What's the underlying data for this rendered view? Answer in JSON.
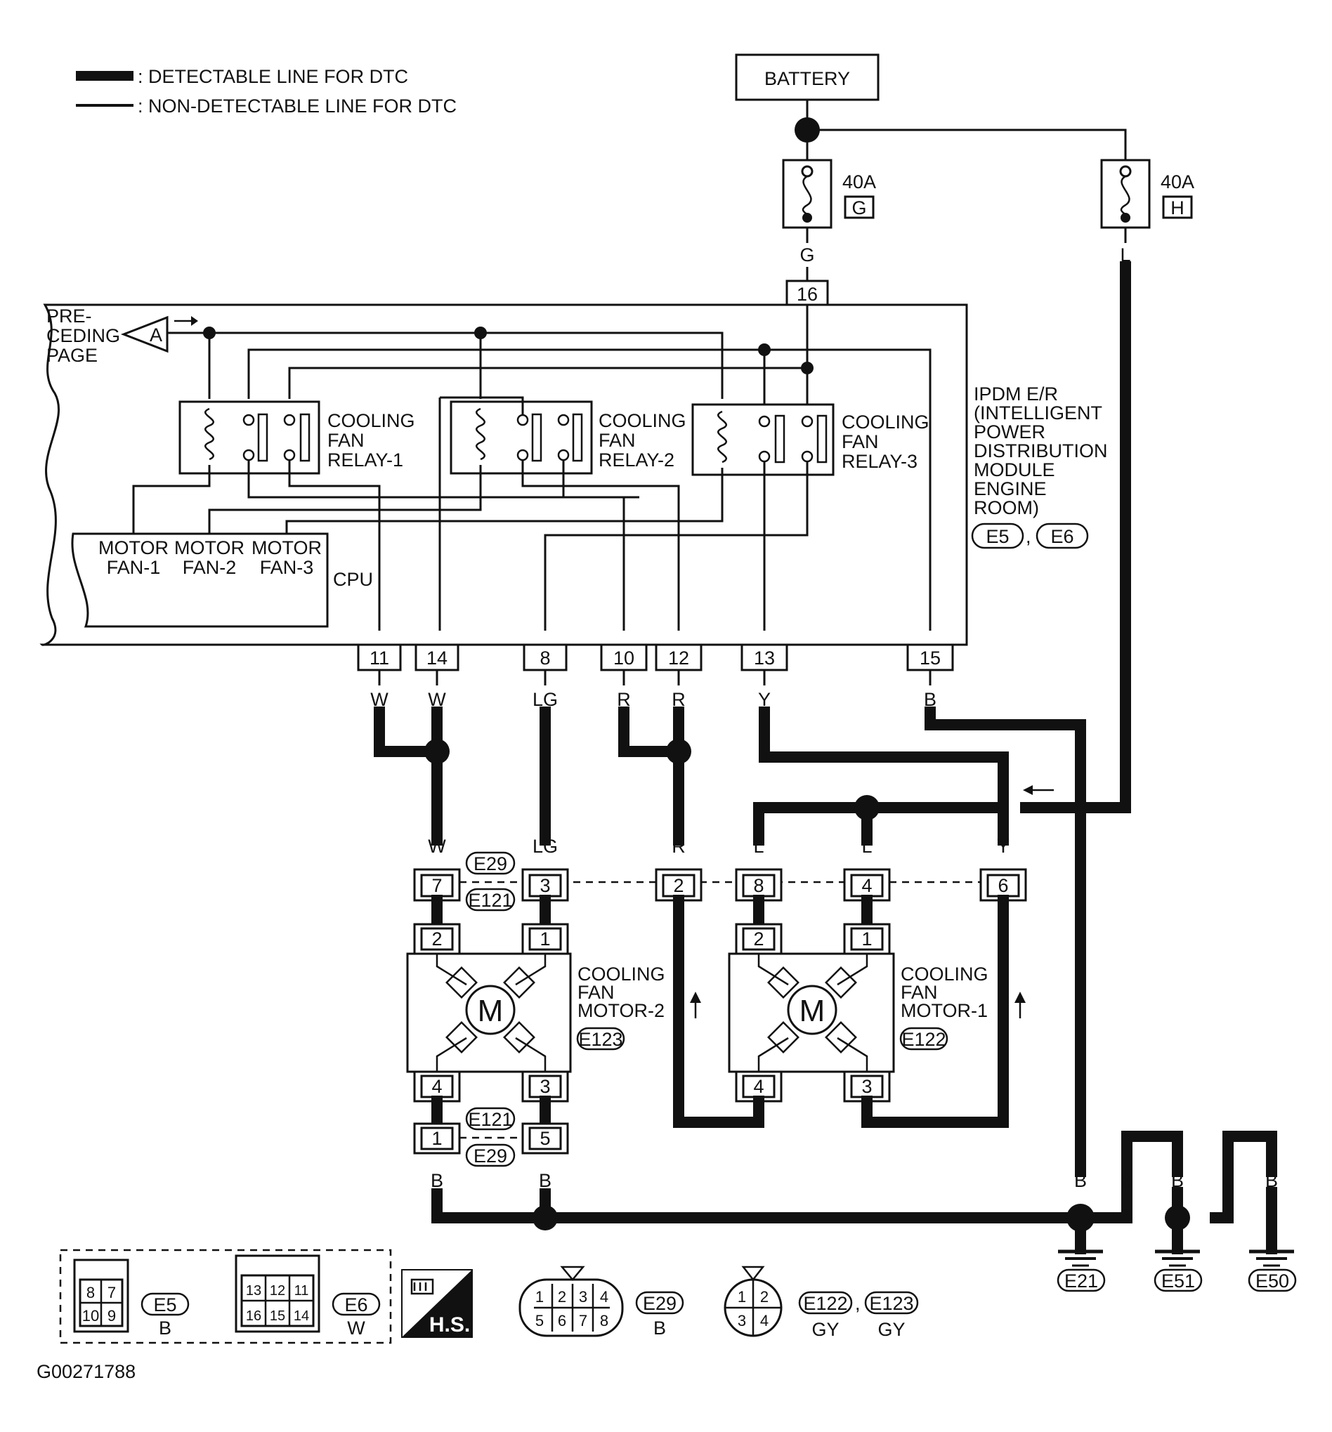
{
  "legend": {
    "detectable": ": DETECTABLE LINE FOR DTC",
    "non_detectable": ": NON-DETECTABLE LINE FOR DTC"
  },
  "battery": "BATTERY",
  "fuses": [
    {
      "rating": "40A",
      "code": "G"
    },
    {
      "rating": "40A",
      "code": "H"
    }
  ],
  "preceding_page": {
    "line1": "PRE-",
    "line2": "CEDING",
    "line3": "PAGE",
    "marker": "A"
  },
  "relays": [
    {
      "line1": "COOLING",
      "line2": "FAN",
      "line3": "RELAY-1"
    },
    {
      "line1": "COOLING",
      "line2": "FAN",
      "line3": "RELAY-2"
    },
    {
      "line1": "COOLING",
      "line2": "FAN",
      "line3": "RELAY-3"
    }
  ],
  "ipdm": {
    "lines": [
      "IPDM E/R",
      "(INTELLIGENT",
      "POWER",
      "DISTRIBUTION",
      "MODULE",
      "ENGINE",
      "ROOM)"
    ],
    "connectors": [
      "E5",
      "E6"
    ],
    "sep": ","
  },
  "cpu": {
    "label": "CPU",
    "motors": [
      {
        "l1": "MOTOR",
        "l2": "FAN-1"
      },
      {
        "l1": "MOTOR",
        "l2": "FAN-2"
      },
      {
        "l1": "MOTOR",
        "l2": "FAN-3"
      }
    ]
  },
  "ipdm_pins": [
    "16",
    "11",
    "14",
    "8",
    "10",
    "12",
    "13",
    "15"
  ],
  "wire_colors": {
    "g": "G",
    "l_top": "L",
    "p11": "W",
    "p14": "W",
    "p8": "LG",
    "p10": "R",
    "p12": "R",
    "p13": "Y",
    "p15": "B",
    "w_low": "W",
    "lg_low": "LG",
    "r_low": "R",
    "l_left": "L",
    "l_right": "L",
    "y_low": "Y",
    "b1": "B",
    "b5": "B",
    "b_e21": "B",
    "b_e21r": "B",
    "b_e51": "B",
    "b_e50l": "B",
    "b_e50": "B"
  },
  "e29_pins": [
    "7",
    "3",
    "2",
    "8",
    "4",
    "6"
  ],
  "e29_labels": [
    "E29",
    "E121"
  ],
  "motors": [
    {
      "l1": "COOLING",
      "l2": "FAN",
      "l3": "MOTOR-2",
      "conn": "E123",
      "symbol": "M",
      "pins_top": [
        "2",
        "1"
      ],
      "pins_bottom": [
        "4",
        "3"
      ]
    },
    {
      "l1": "COOLING",
      "l2": "FAN",
      "l3": "MOTOR-1",
      "conn": "E122",
      "symbol": "M",
      "pins_top": [
        "2",
        "1"
      ],
      "pins_bottom": [
        "4",
        "3"
      ]
    }
  ],
  "lower_conn": {
    "pins": [
      "1",
      "5"
    ],
    "labels": [
      "E121",
      "E29"
    ]
  },
  "grounds": [
    "E21",
    "E51",
    "E50"
  ],
  "connector_views": {
    "e5": {
      "pins": [
        "8",
        "7",
        "10",
        "9"
      ],
      "name": "E5",
      "color": "B"
    },
    "e6": {
      "pins": [
        "13",
        "12",
        "11",
        "16",
        "15",
        "14"
      ],
      "name": "E6",
      "color": "W"
    },
    "hs": "H.S.",
    "e29": {
      "pins": [
        "1",
        "2",
        "3",
        "4",
        "5",
        "6",
        "7",
        "8"
      ],
      "name": "E29",
      "color": "B"
    },
    "e122": {
      "pins": [
        "1",
        "2",
        "3",
        "4"
      ],
      "names": [
        "E122",
        "E123"
      ],
      "colors": [
        "GY",
        "GY"
      ],
      "sep": ","
    }
  },
  "figure_id": "G00271788"
}
